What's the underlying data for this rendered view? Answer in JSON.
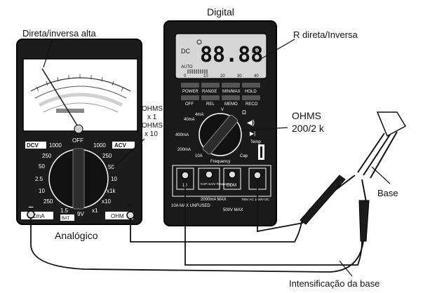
{
  "labels": {
    "digital": "Digital",
    "analog": "Analógico",
    "r_forward_reverse": "R direta/Inversa",
    "forward_reverse_high": "Direta/inversa alta",
    "ohms_x1_line1": "OHMS",
    "ohms_x1_line2": "x 1",
    "ohms_x1_line3": "OHMS",
    "ohms_x1_line4": "x 10",
    "ohms_200_line1": "OHMS",
    "ohms_200_line2": "200/2 k",
    "base": "Base",
    "base_boost": "Intensificação da base"
  },
  "digital_meter": {
    "display_value": "88.88",
    "unit_dc": "DC",
    "unit_mv": "mV",
    "auto": "AUTO",
    "scale": [
      "0",
      "10",
      "20",
      "30",
      "40"
    ],
    "buttons_row1": [
      "POWER",
      "RANGE",
      "MIN/MAX",
      "HOLD"
    ],
    "buttons_row2": [
      "OFF",
      "REL",
      "MEMO",
      "RECO"
    ],
    "dial_labels": [
      "4mA",
      "V",
      "Ω",
      "40mA",
      "400mA",
      "200mA",
      "10A",
      "Frequency",
      "Cap",
      "Temp"
    ],
    "jacks": [
      "10",
      "CAP mA/V Frequency",
      "COM",
      ""
    ],
    "jack_notes": [
      "2000mA MAX",
      "10A MAX UNFUSED",
      "500V MAX",
      "750V AC 1000V DC"
    ]
  },
  "analog_meter": {
    "dial_top": "OFF",
    "dcv": "DCV",
    "acv": "ACV",
    "dcma": "DCmA",
    "ohm": "OHM",
    "left_ranges": [
      "1000",
      "250",
      "50",
      "2.5",
      "10",
      "250",
      "1.5"
    ],
    "right_ranges": [
      "1000",
      "250",
      "50",
      "10",
      "x1k",
      "x10",
      "x1"
    ],
    "bottom": [
      "BAT",
      "9V"
    ],
    "minus": "−",
    "plus": "+"
  }
}
